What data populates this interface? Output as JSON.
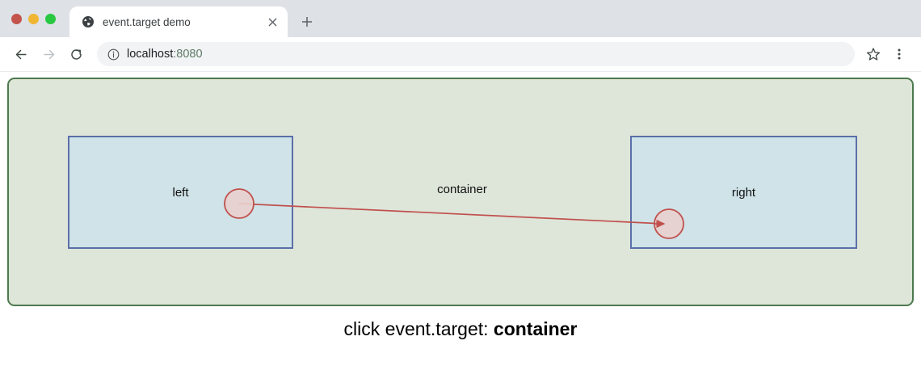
{
  "browser": {
    "window_controls": [
      "close",
      "minimize",
      "maximize"
    ],
    "tab": {
      "favicon": "globe-icon",
      "title": "event.target demo",
      "close_label": "×"
    },
    "new_tab_label": "+",
    "toolbar": {
      "back_label": "←",
      "forward_label": "→",
      "reload_label": "⟳",
      "info_label": "ⓘ",
      "url_host": "localhost",
      "url_port": ":8080",
      "bookmark_label": "☆",
      "menu_label": "⋮"
    }
  },
  "page": {
    "container_label": "container",
    "left_box_label": "left",
    "right_box_label": "right",
    "status_prefix": "click event.target: ",
    "status_target": "container"
  },
  "colors": {
    "container_fill": "#dee5d9",
    "container_border": "#4d7a4e",
    "box_fill": "#cfe3e8",
    "box_border": "#5b6fa8",
    "marker_stroke": "#c0504d",
    "marker_fill": "#e8cfcd",
    "tabstrip_bg": "#dee1e6",
    "omnibox_bg": "#f1f3f4"
  }
}
